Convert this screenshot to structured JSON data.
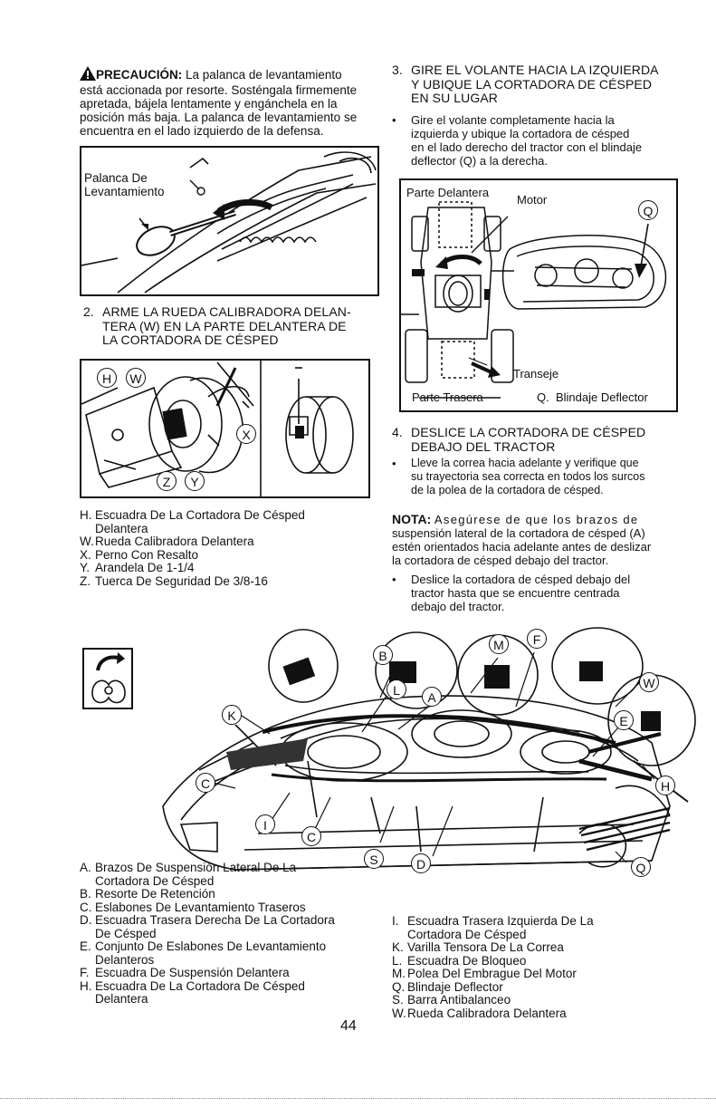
{
  "caution": {
    "heading": "PRECAUCIÓN:",
    "text_1": "La palanca de levantamiento",
    "line_2": "está accionada por resorte. Sosténgala firmemente",
    "line_3": "apretada, bájela lentamente y engánchela en la",
    "line_4": "posición más baja. La palanca de levantamiento se",
    "line_5": "encuentra en el lado izquierdo de la defensa."
  },
  "fig1": {
    "label_1": "Palanca De",
    "label_2": "Levantamiento"
  },
  "step2": {
    "number": "2.",
    "line_1": "ARME LA RUEDA CALIBRADORA DELAN-",
    "line_2": "TERA (W) EN LA PARTE DELANTERA DE",
    "line_3": "LA CORTADORA DE CÉSPED"
  },
  "fig2": {
    "callouts": [
      "H",
      "W",
      "X",
      "Z",
      "Y"
    ]
  },
  "legend1": [
    {
      "key": "H.",
      "lines": [
        "Escuadra De La Cortadora De Césped",
        "Delantera"
      ]
    },
    {
      "key": "W.",
      "lines": [
        "Rueda Calibradora Delantera"
      ]
    },
    {
      "key": "X.",
      "lines": [
        "Perno Con Resalto"
      ]
    },
    {
      "key": "Y.",
      "lines": [
        "Arandela De 1-1/4"
      ]
    },
    {
      "key": "Z.",
      "lines": [
        "Tuerca De Seguridad De 3/8-16"
      ]
    }
  ],
  "step3": {
    "number": "3.",
    "line_1": "GIRE EL VOLANTE HACIA LA IZQUIERDA",
    "line_2": "Y UBIQUE LA CORTADORA DE CÉSPED",
    "line_3": "EN SU LUGAR"
  },
  "bullet1": {
    "dot": "•",
    "line_1": "Gire el volante completamente hacia la",
    "line_2": "izquierda y ubique la cortadora de césped",
    "line_3": "en el lado derecho del tractor con el blindaje",
    "line_4": "deflector (Q) a la derecha."
  },
  "fig3": {
    "front": "Parte Delantera",
    "motor": "Motor",
    "callout": "Q",
    "transeje": "Transeje",
    "rear": "Parte Trasera",
    "caption": "Q.  Blindaje Deflector"
  },
  "step4": {
    "number": "4.",
    "line_1": "DESLICE LA CORTADORA DE CÉSPED",
    "line_2": "DEBAJO DEL TRACTOR"
  },
  "bullet2": {
    "dot": "•",
    "line_1": "Lleve la correa hacia adelante y verifique que",
    "line_2": "su trayectoria sea correcta en todos los surcos",
    "line_3": "de la polea de la cortadora de césped."
  },
  "nota": {
    "heading": "NOTA:",
    "text_1": "Asegúrese de que los brazos de",
    "line_2": "suspensión lateral de la cortadora de césped (A)",
    "line_3": "estén orientados hacia adelante antes de deslizar",
    "line_4": "la cortadora de césped debajo del tractor."
  },
  "bullet3": {
    "dot": "•",
    "line_1": "Deslice la cortadora de césped debajo del",
    "line_2": "tractor hasta que se encuentre centrada",
    "line_3": "debajo del tractor."
  },
  "fig4": {
    "callouts": [
      "K",
      "B",
      "L",
      "A",
      "M",
      "F",
      "E",
      "W",
      "H",
      "C",
      "I",
      "C",
      "S",
      "D",
      "Q"
    ]
  },
  "legend2_left": [
    {
      "key": "A.",
      "lines": [
        "Brazos De Suspensión Lateral De La",
        "Cortadora De Césped"
      ]
    },
    {
      "key": "B.",
      "lines": [
        "Resorte De Retención"
      ]
    },
    {
      "key": "C.",
      "lines": [
        "Eslabones De Levantamiento Traseros"
      ]
    },
    {
      "key": "D.",
      "lines": [
        "Escuadra Trasera Derecha De La Cortadora",
        "De Césped"
      ]
    },
    {
      "key": "E.",
      "lines": [
        "Conjunto De Eslabones De Levantamiento",
        "Delanteros"
      ]
    },
    {
      "key": "F.",
      "lines": [
        "Escuadra De Suspensión Delantera"
      ]
    },
    {
      "key": "H.",
      "lines": [
        "Escuadra De La Cortadora De Césped",
        "Delantera"
      ]
    }
  ],
  "legend2_right": [
    {
      "key": "I.",
      "lines": [
        "Escuadra Trasera Izquierda De La",
        "Cortadora De Césped"
      ]
    },
    {
      "key": "K.",
      "lines": [
        "Varilla Tensora De La Correa"
      ]
    },
    {
      "key": "L.",
      "lines": [
        "Escuadra De Bloqueo"
      ]
    },
    {
      "key": "M.",
      "lines": [
        "Polea Del Embrague Del Motor"
      ]
    },
    {
      "key": "Q.",
      "lines": [
        "Blindaje Deflector"
      ]
    },
    {
      "key": "S.",
      "lines": [
        "Barra Antibalanceo"
      ]
    },
    {
      "key": "W.",
      "lines": [
        "Rueda Calibradora Delantera"
      ]
    }
  ],
  "page_number": "44"
}
